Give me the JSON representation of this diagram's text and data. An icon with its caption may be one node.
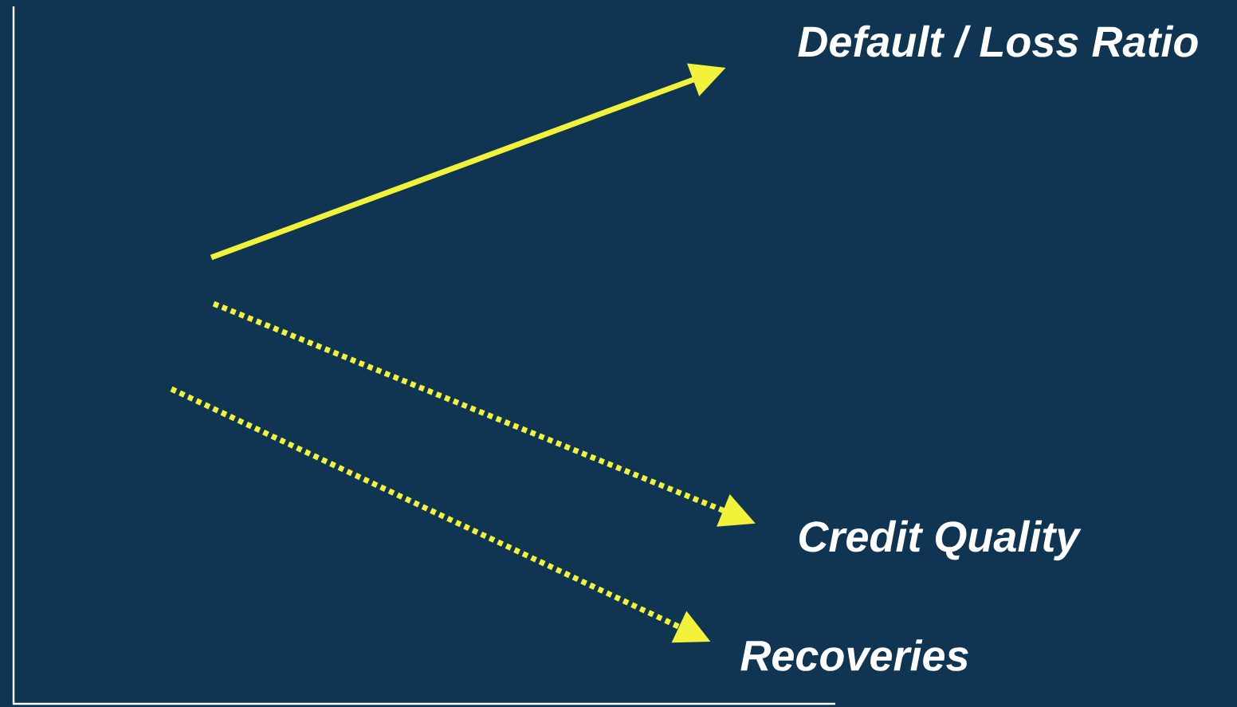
{
  "diagram": {
    "nodes": [
      {
        "text": [
          "Default / Loss Ratio"
        ]
      },
      {
        "text": [
          "Credit Quality"
        ]
      },
      {
        "text": [
          "Recoveries"
        ]
      }
    ],
    "edges": [
      {
        "from": null,
        "to": 0,
        "arrow": "to"
      },
      {
        "from": null,
        "to": 1,
        "arrow": "to",
        "style": "dashed"
      },
      {
        "from": null,
        "to": 2,
        "arrow": "to",
        "style": "dashed"
      }
    ]
  }
}
